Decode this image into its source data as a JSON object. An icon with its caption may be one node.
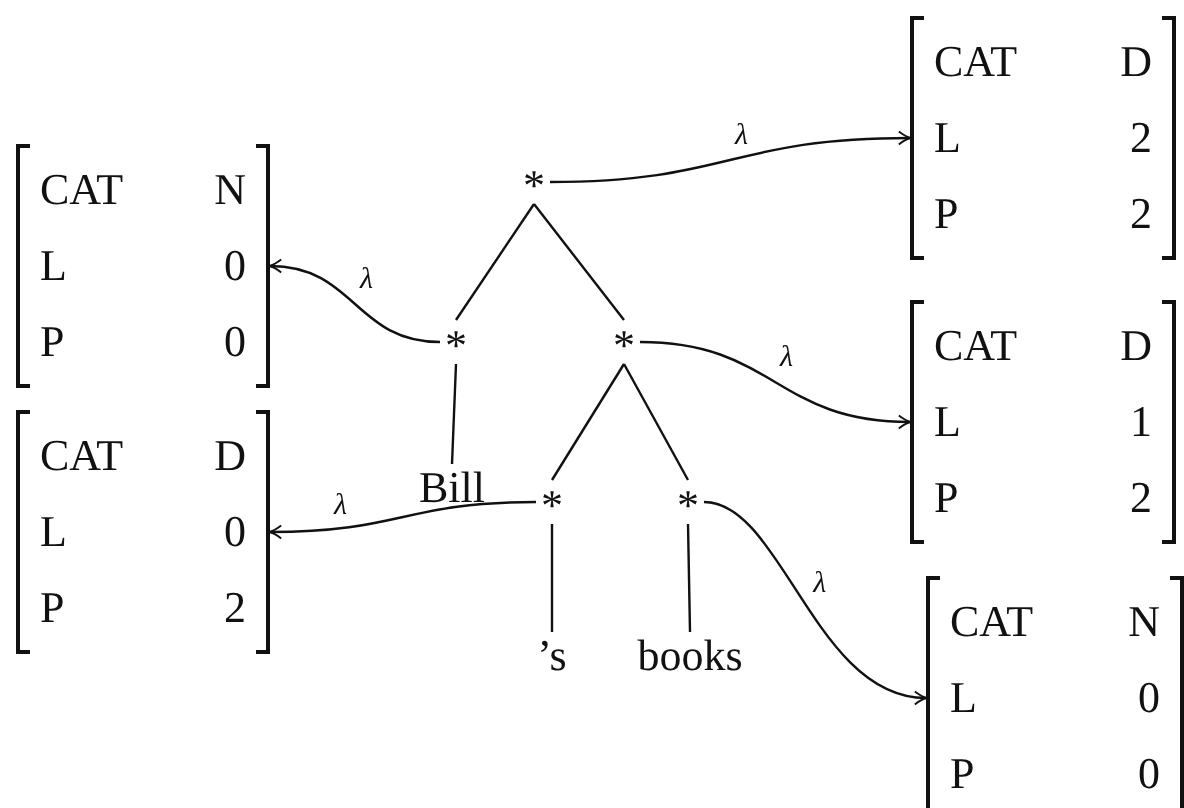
{
  "diagram": {
    "nodes": [
      {
        "text": [
          "*"
        ]
      },
      {
        "text": [
          "*"
        ]
      },
      {
        "text": [
          "*"
        ]
      },
      {
        "text": [
          "Bill"
        ]
      },
      {
        "text": [
          "*"
        ]
      },
      {
        "text": [
          "*"
        ]
      },
      {
        "text": [
          "’s"
        ]
      },
      {
        "text": [
          "books"
        ]
      },
      {
        "text": [
          "CAT",
          "D",
          "L",
          "2",
          "P",
          "2"
        ]
      },
      {
        "text": [
          "CAT",
          "N",
          "L",
          "0",
          "P",
          "0"
        ]
      },
      {
        "text": [
          "CAT",
          "D",
          "L",
          "1",
          "P",
          "2"
        ]
      },
      {
        "text": [
          "CAT",
          "D",
          "L",
          "0",
          "P",
          "2"
        ]
      },
      {
        "text": [
          "CAT",
          "N",
          "L",
          "0",
          "P",
          "0"
        ]
      }
    ],
    "edges": [
      {
        "from": 0,
        "to": 1,
        "arrow": "none"
      },
      {
        "from": 0,
        "to": 2,
        "arrow": "none"
      },
      {
        "from": 1,
        "to": 3,
        "arrow": "none"
      },
      {
        "from": 2,
        "to": 4,
        "arrow": "none"
      },
      {
        "from": 2,
        "to": 5,
        "arrow": "none"
      },
      {
        "from": 4,
        "to": 6,
        "arrow": "none"
      },
      {
        "from": 5,
        "to": 7,
        "arrow": "none"
      },
      {
        "from": 0,
        "to": 8,
        "label": "λ",
        "arrow": "to"
      },
      {
        "from": 1,
        "to": 9,
        "label": "λ",
        "arrow": "to"
      },
      {
        "from": 2,
        "to": 10,
        "label": "λ",
        "arrow": "to"
      },
      {
        "from": 4,
        "to": 11,
        "label": "λ",
        "arrow": "to"
      },
      {
        "from": 5,
        "to": 12,
        "label": "λ",
        "arrow": "to"
      }
    ]
  }
}
